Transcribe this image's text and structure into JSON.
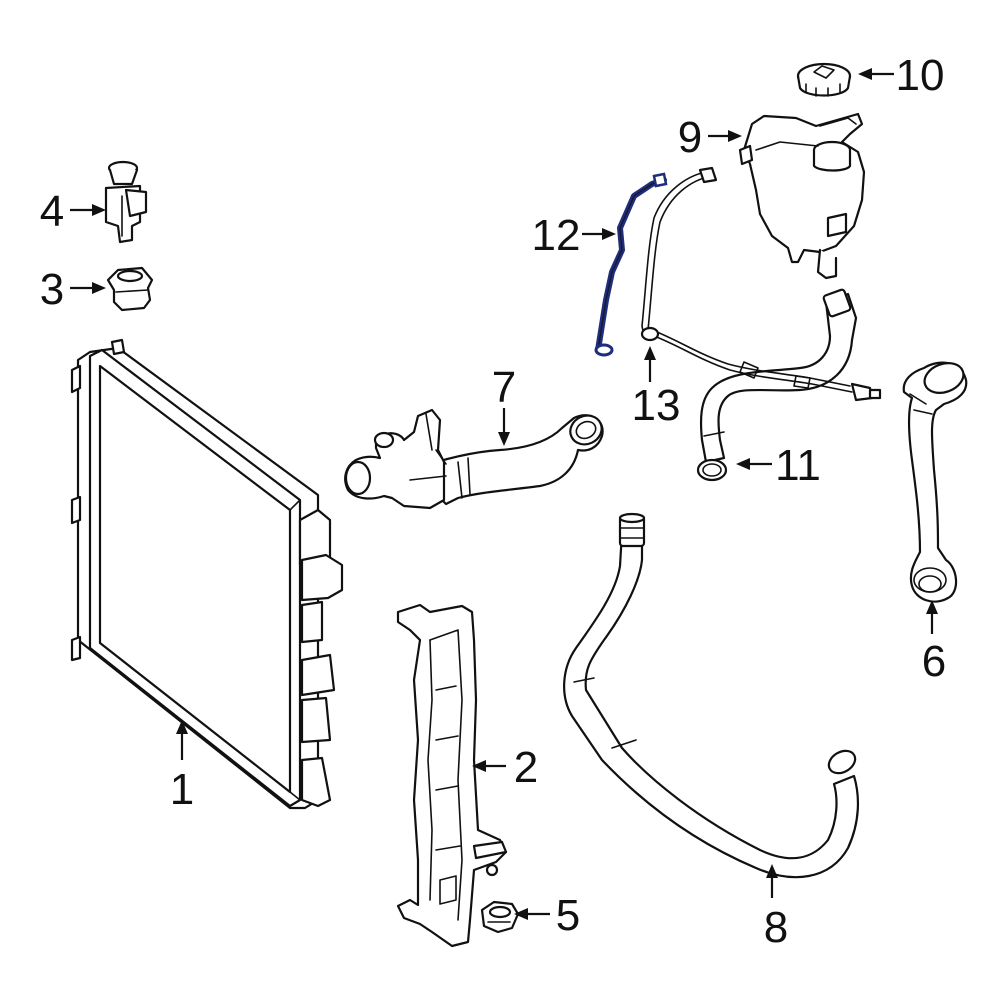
{
  "callouts": {
    "c1": "1",
    "c2": "2",
    "c3": "3",
    "c4": "4",
    "c5": "5",
    "c6": "6",
    "c7": "7",
    "c8": "8",
    "c9": "9",
    "c10": "10",
    "c11": "11",
    "c12": "12",
    "c13": "13"
  },
  "colors": {
    "line": "#111111",
    "highlight": "#1f2d7a",
    "background": "#ffffff"
  }
}
